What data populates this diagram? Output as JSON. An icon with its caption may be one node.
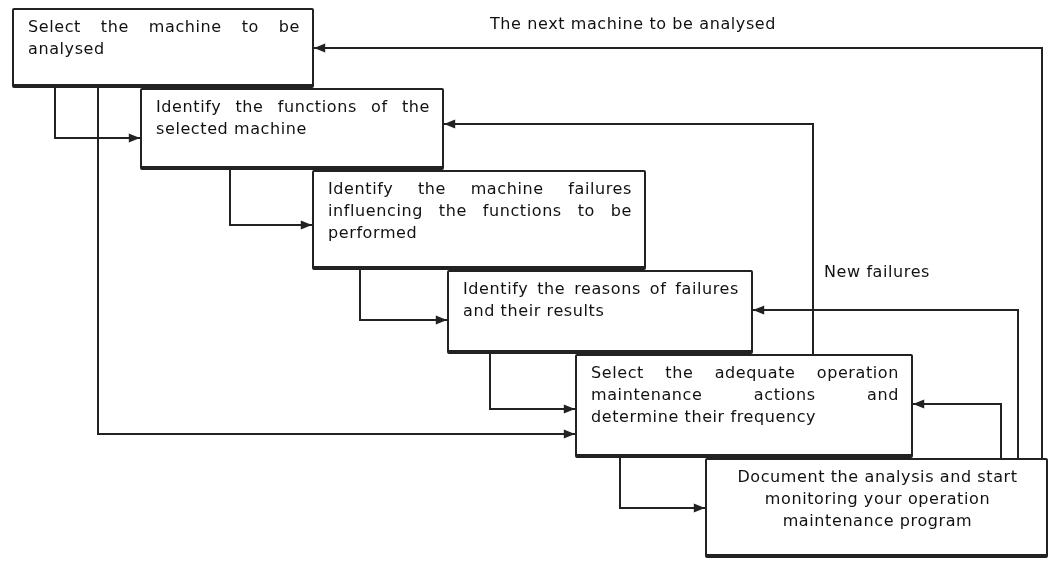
{
  "diagram": {
    "nodes": [
      {
        "text": [
          "Select the machine to be analysed"
        ]
      },
      {
        "text": [
          "Identify the functions of the selected machine"
        ]
      },
      {
        "text": [
          "Identify the machine failures influencing the functions to be performed"
        ]
      },
      {
        "text": [
          "Identify the reasons of failures and their results"
        ]
      },
      {
        "text": [
          "Select the adequate operation maintenance actions and determine their frequency"
        ]
      },
      {
        "text": [
          "Document the analysis and start monitoring your operation maintenance program"
        ]
      }
    ],
    "edges": [
      {
        "from": 0,
        "to": 1,
        "arrow": "to"
      },
      {
        "from": 1,
        "to": 2,
        "arrow": "to"
      },
      {
        "from": 2,
        "to": 3,
        "arrow": "to"
      },
      {
        "from": 3,
        "to": 4,
        "arrow": "to"
      },
      {
        "from": 4,
        "to": 5,
        "arrow": "to"
      },
      {
        "from": 0,
        "to": 4,
        "arrow": "to"
      },
      {
        "from": 5,
        "to": 0,
        "arrow": "to",
        "label": "The next machine to be analysed"
      },
      {
        "from": 4,
        "to": 1,
        "arrow": "to",
        "label": "New failures"
      },
      {
        "from": 5,
        "to": 3,
        "arrow": "to"
      },
      {
        "from": 5,
        "to": 4,
        "arrow": "to"
      }
    ]
  }
}
